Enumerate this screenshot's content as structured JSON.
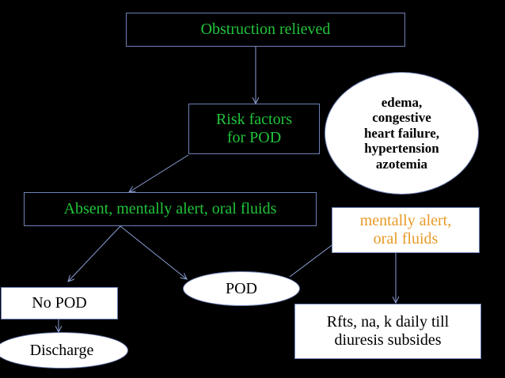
{
  "nodes": {
    "obstruction": "Obstruction relieved",
    "risk": [
      "Risk factors",
      "for POD"
    ],
    "risk_factors": [
      "edema,",
      "congestive",
      "heart failure,",
      "hypertension",
      "azotemia"
    ],
    "absent": "Absent, mentally alert, oral fluids",
    "present": [
      "mentally alert,",
      "oral fluids"
    ],
    "no_pod": "No POD",
    "pod": "POD",
    "discharge": "Discharge",
    "rfts": [
      "Rfts, na, k daily till",
      "diuresis subsides"
    ]
  },
  "colors": {
    "background": "#000000",
    "box_border": "#6f82b6",
    "connector": "#8ea0d6",
    "green_text": "#21c43a",
    "orange_text": "#e79a25"
  }
}
